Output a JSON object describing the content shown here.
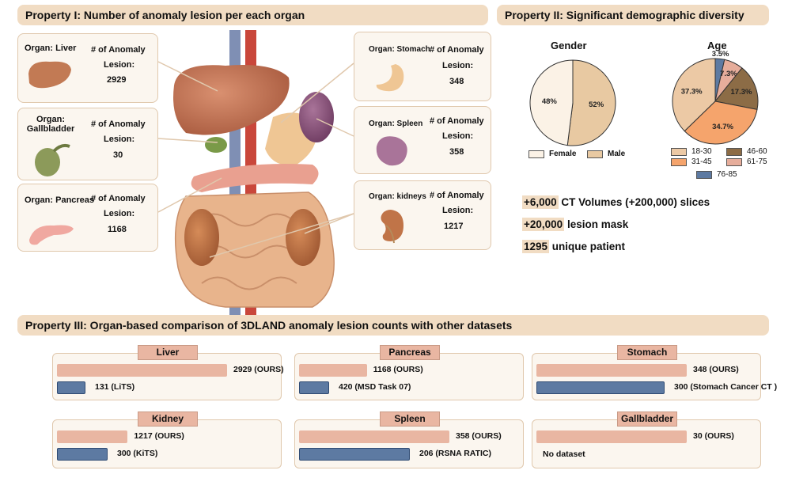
{
  "property1": {
    "title": "Property I: Number of anomaly lesion per each organ"
  },
  "property2": {
    "title": "Property II: Significant demographic diversity"
  },
  "property3": {
    "title": "Property III: Organ-based comparison of 3DLAND anomaly lesion counts with other datasets"
  },
  "anomaly_label": "# of Anomaly",
  "lesion_label": "Lesion:",
  "organs": [
    {
      "label": "Organ: Liver",
      "count": "2929"
    },
    {
      "label": "Organ: Gallbladder",
      "count": "30"
    },
    {
      "label": "Organ: Pancreas",
      "count": "1168"
    },
    {
      "label": "Organ: Stomach",
      "count": "348"
    },
    {
      "label": "Organ: Spleen",
      "count": "358"
    },
    {
      "label": "Organ: kidneys",
      "count": "1217"
    }
  ],
  "stats": [
    {
      "hl": "+6,000",
      "rest": " CT Volumes (+200,000) slices"
    },
    {
      "hl": "+20,000",
      "rest": " lesion mask"
    },
    {
      "hl": "1295",
      "rest": " unique patient"
    }
  ],
  "chart_data": [
    {
      "type": "pie",
      "title": "Gender",
      "categories": [
        "Female",
        "Male"
      ],
      "values": [
        48,
        52
      ],
      "labels": [
        "48%",
        "52%"
      ],
      "colors": [
        "#fbf2e6",
        "#e8c9a2"
      ]
    },
    {
      "type": "pie",
      "title": "Age",
      "categories": [
        "18-30",
        "31-45",
        "46-60",
        "61-75",
        "76-85"
      ],
      "values": [
        37.3,
        34.7,
        17.3,
        7.3,
        3.5
      ],
      "labels": [
        "37.3%",
        "34.7%",
        "17.3%",
        "7.3%",
        "3.5%"
      ],
      "colors": [
        "#ecc9a5",
        "#f5a46c",
        "#8c6c46",
        "#e6ad9b",
        "#5d7aa2"
      ]
    },
    {
      "type": "bar",
      "title": "Liver",
      "series": [
        {
          "name": "2929 (OURS)",
          "values": [
            2929
          ]
        },
        {
          "name": "131 (LiTS)",
          "values": [
            131
          ]
        }
      ]
    },
    {
      "type": "bar",
      "title": "Pancreas",
      "series": [
        {
          "name": "1168  (OURS)",
          "values": [
            1168
          ]
        },
        {
          "name": "420 (MSD Task 07)",
          "values": [
            420
          ]
        }
      ]
    },
    {
      "type": "bar",
      "title": "Stomach",
      "series": [
        {
          "name": "348     (OURS)",
          "values": [
            348
          ]
        },
        {
          "name": "300 (Stomach Cancer CT )",
          "values": [
            300
          ]
        }
      ]
    },
    {
      "type": "bar",
      "title": "Kidney",
      "series": [
        {
          "name": "1217 (OURS)",
          "values": [
            1217
          ]
        },
        {
          "name": "300 (KiTS)",
          "values": [
            300
          ]
        }
      ]
    },
    {
      "type": "bar",
      "title": "Spleen",
      "series": [
        {
          "name": "358     (OURS)",
          "values": [
            358
          ]
        },
        {
          "name": "206 (RSNA RATIC)",
          "values": [
            206
          ]
        }
      ]
    },
    {
      "type": "bar",
      "title": "Gallbladder",
      "series": [
        {
          "name": "30         (OURS)",
          "values": [
            30
          ]
        }
      ],
      "note": "No dataset"
    }
  ]
}
